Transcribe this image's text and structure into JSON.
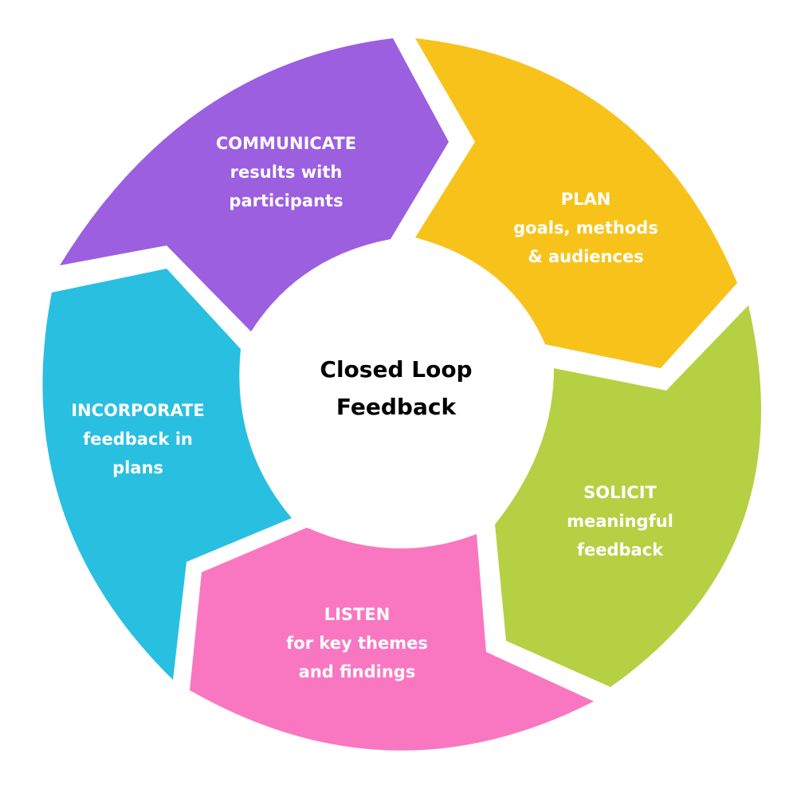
{
  "center": {
    "line1": "Closed Loop",
    "line2": "Feedback"
  },
  "segments": {
    "communicate": {
      "title": "COMMUNICATE",
      "line1": "results with",
      "line2": "participants",
      "color": "#9B5FE0"
    },
    "plan": {
      "title": "PLAN",
      "line1": "goals, methods",
      "line2": "& audiences",
      "color": "#F7C31B"
    },
    "solicit": {
      "title": "SOLICIT",
      "line1": "meaningful",
      "line2": "feedback",
      "color": "#B5D043"
    },
    "listen": {
      "title": "LISTEN",
      "line1": "for key themes",
      "line2": "and findings",
      "color": "#F977C1"
    },
    "incorporate": {
      "title": "INCORPORATE",
      "line1": "feedback in",
      "line2": "plans",
      "color": "#29BFE0"
    }
  }
}
